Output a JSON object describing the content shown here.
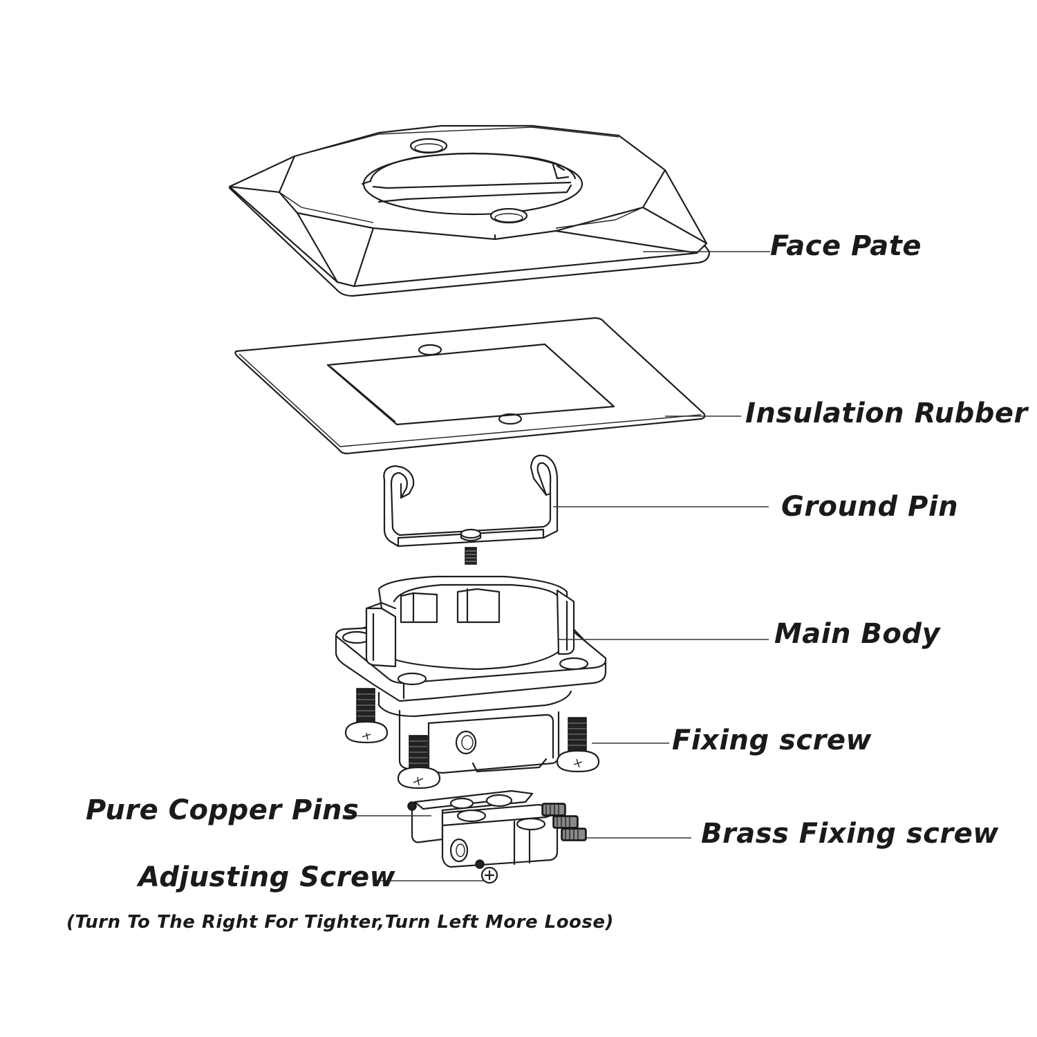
{
  "labels": {
    "face_plate": "Face Pate",
    "insulation_rubber": "Insulation Rubber",
    "ground_pin": "Ground Pin",
    "main_body": "Main Body",
    "fixing_screw": "Fixing screw",
    "pure_copper_pins": "Pure Copper Pins",
    "brass_fixing_screw": "Brass Fixing screw",
    "adjusting_screw": "Adjusting Screw",
    "adjusting_note": "(Turn To The Right For Tighter,Turn Left More Loose)"
  },
  "colors": {
    "line": "#1e1e1e",
    "background": "#ffffff",
    "screw": "#222222"
  }
}
